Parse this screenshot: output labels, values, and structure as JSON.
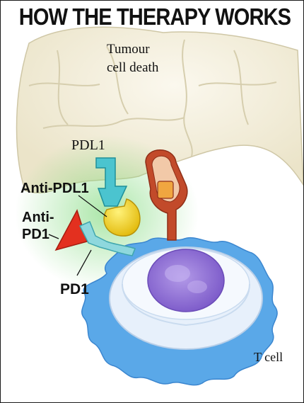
{
  "title": "HOW THE THERAPY WORKS",
  "labels": {
    "tumour_cell_death": "Tumour\ncell death",
    "pdl1": "PDL1",
    "anti_pdl1": "Anti-PDL1",
    "anti_pd1": "Anti-\nPD1",
    "pd1": "PD1",
    "t_cell": "T cell"
  },
  "colors": {
    "tumour": "#f1ecd8",
    "tumour_edge": "#c9c2a3",
    "pdl1": "#4bc4cf",
    "anti_pdl1": "#f2d31b",
    "anti_pd1": "#e3301f",
    "pd1": "#7fd3d8",
    "tcr": "#c24a2a",
    "tcell_outer": "#5aa8e8",
    "tcell_inner": "#e2edf9",
    "nucleus": "#8a6fd2",
    "glow": "#8fe08f"
  }
}
